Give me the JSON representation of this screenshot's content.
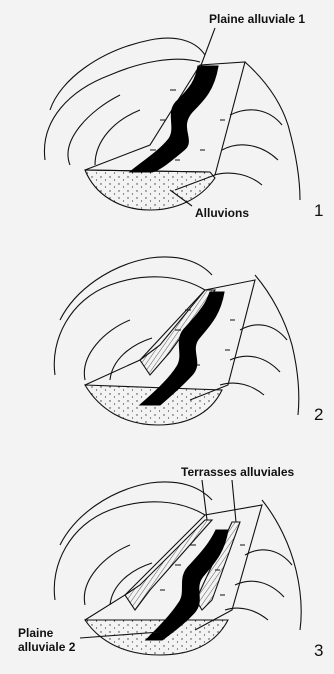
{
  "labels": {
    "plaine1": "Plaine alluviale 1",
    "alluvions": "Alluvions",
    "terrasses": "Terrasses alluviales",
    "plaine2_line1": "Plaine",
    "plaine2_line2": "alluviale 2"
  },
  "stages": [
    "1",
    "2",
    "3"
  ],
  "colors": {
    "river": "#000000",
    "ink": "#111111",
    "background": "#f3f3f3"
  }
}
